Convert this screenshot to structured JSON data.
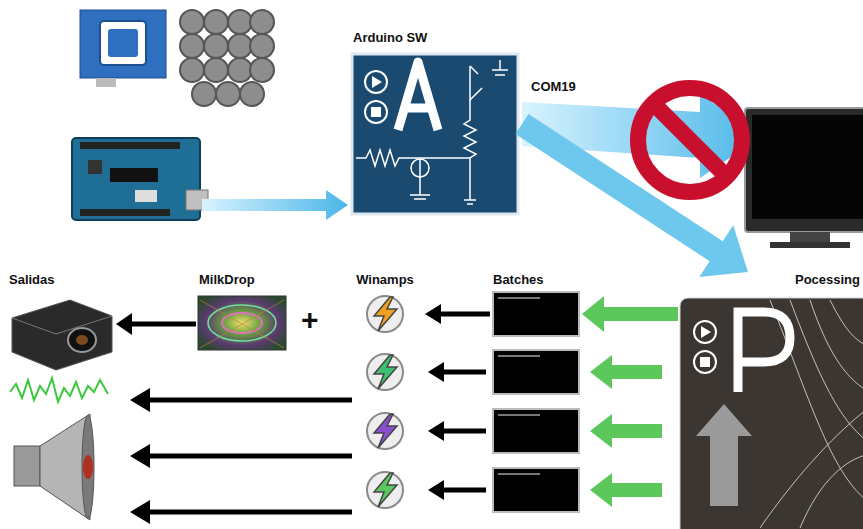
{
  "diagram": {
    "nodes": [
      {
        "text": [
          "Arduino SW"
        ]
      },
      {
        "text": [
          "Pocessing"
        ]
      },
      {
        "text": [
          "Batches"
        ]
      },
      {
        "text": [
          "Winamps"
        ]
      },
      {
        "text": [
          "MilkDrop"
        ]
      },
      {
        "text": [
          "Salidas"
        ]
      }
    ],
    "edges": [
      {
        "from": 0,
        "to": 1,
        "label": "COM19",
        "arrow": "to"
      },
      {
        "from": 1,
        "to": 2,
        "arrow": "to"
      },
      {
        "from": 2,
        "to": 3,
        "arrow": "to"
      },
      {
        "from": 4,
        "to": 5,
        "arrow": "to"
      }
    ],
    "labels": [
      "+"
    ]
  }
}
